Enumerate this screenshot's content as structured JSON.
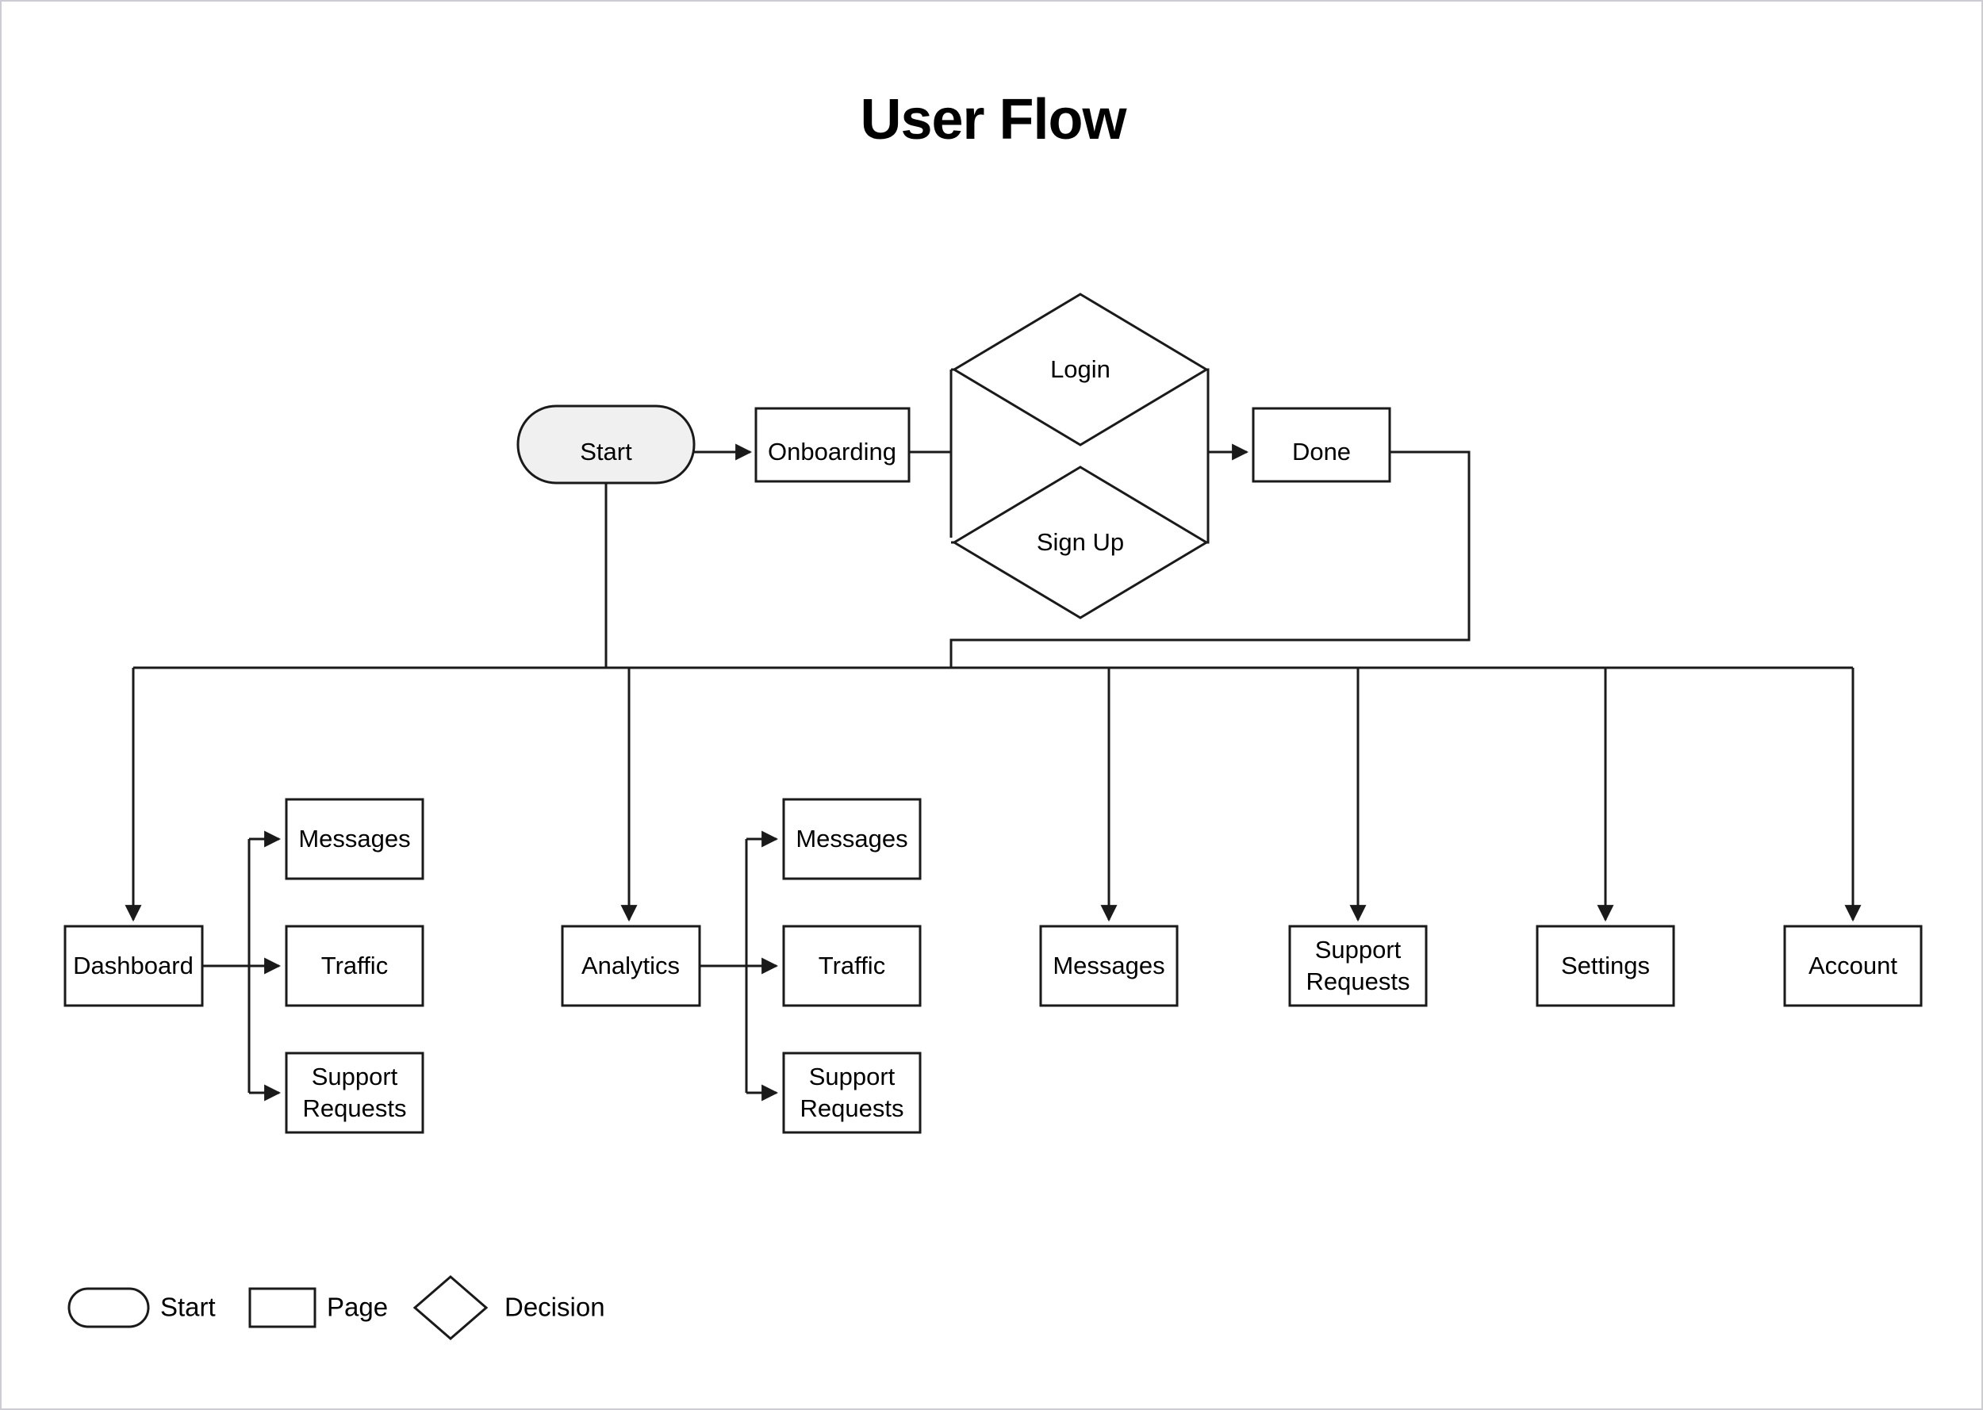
{
  "diagram": {
    "title": "User Flow",
    "background_color": "#ffffff",
    "border_color": "#ccccd2",
    "line_color": "#1a1a1a",
    "start_fill_color": "#f0f0f0",
    "nodes": {
      "start": {
        "label": "Start",
        "shape": "start"
      },
      "onboarding": {
        "label": "Onboarding",
        "shape": "page"
      },
      "login": {
        "label": "Login",
        "shape": "decision"
      },
      "signup": {
        "label": "Sign Up",
        "shape": "decision"
      },
      "done": {
        "label": "Done",
        "shape": "page"
      },
      "dashboard": {
        "label": "Dashboard",
        "shape": "page"
      },
      "dashboard_messages": {
        "label": "Messages",
        "shape": "page"
      },
      "dashboard_traffic": {
        "label": "Traffic",
        "shape": "page"
      },
      "dashboard_support": {
        "label_line1": "Support",
        "label_line2": "Requests",
        "shape": "page"
      },
      "analytics": {
        "label": "Analytics",
        "shape": "page"
      },
      "analytics_messages": {
        "label": "Messages",
        "shape": "page"
      },
      "analytics_traffic": {
        "label": "Traffic",
        "shape": "page"
      },
      "analytics_support": {
        "label_line1": "Support",
        "label_line2": "Requests",
        "shape": "page"
      },
      "messages": {
        "label": "Messages",
        "shape": "page"
      },
      "support_requests": {
        "label_line1": "Support",
        "label_line2": "Requests",
        "shape": "page"
      },
      "settings": {
        "label": "Settings",
        "shape": "page"
      },
      "account": {
        "label": "Account",
        "shape": "page"
      }
    },
    "legend": {
      "items": [
        {
          "label": "Start",
          "shape": "start"
        },
        {
          "label": "Page",
          "shape": "page"
        },
        {
          "label": "Decision",
          "shape": "decision"
        }
      ]
    }
  }
}
